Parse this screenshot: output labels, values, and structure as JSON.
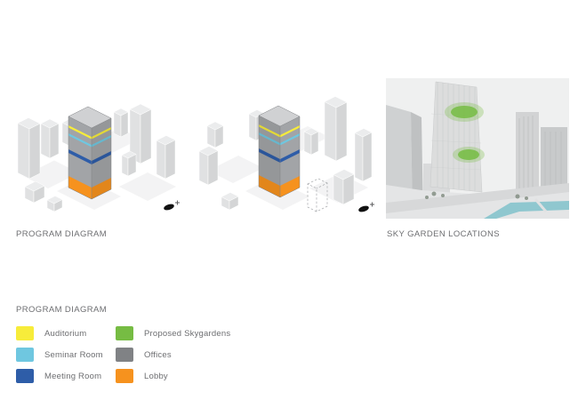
{
  "captions": {
    "program_diagram": "PROGRAM DIAGRAM",
    "sky_garden_locations": "SKY GARDEN LOCATIONS"
  },
  "legend": {
    "title": "PROGRAM DIAGRAM",
    "items": [
      {
        "label": "Auditorium",
        "color": "#F7EC3A"
      },
      {
        "label": "Seminar Room",
        "color": "#6FC7E0"
      },
      {
        "label": "Meeting Room",
        "color": "#2E5DA8"
      },
      {
        "label": "Proposed Skygardens",
        "color": "#76BC43"
      },
      {
        "label": "Offices",
        "color": "#808285"
      },
      {
        "label": "Lobby",
        "color": "#F6921E"
      }
    ]
  },
  "palette": {
    "tower_body": "#A2A4A7",
    "tower_top": "#D0D1D3",
    "water": "#8FC7CF",
    "render_tower": "#DCDDDD"
  },
  "icons": {
    "north_arrow": "north-arrow"
  }
}
